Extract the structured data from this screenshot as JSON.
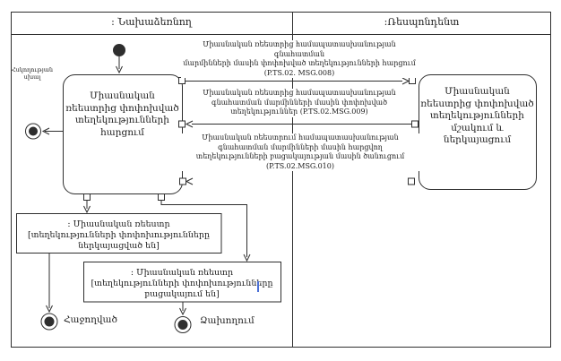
{
  "diagram": {
    "lanes": [
      {
        "label": ": Նախաձեռնող"
      },
      {
        "label": ":Ռեսպոնդենտ"
      }
    ],
    "error_exit": {
      "label": "Հսկողության\nսխալ"
    },
    "initiator": {
      "activity_label": "Միասնական\nռեեստրից փոփոխված\nտեղեկությունների\nհարցում"
    },
    "respondent": {
      "activity_label": "Միասնական\nռեեստրից փոփոխված\nտեղեկությունների\nմշակում և\nներկայացում"
    },
    "messages": [
      {
        "id": "P.TS.02. MSG.008",
        "direction": "initiator-to-respondent",
        "label": "Միասնական ռեեստրից համապատասխանության գնահատման\nմարմինների մասին փոփոխված տեղեկությունների հարցում\n(P.TS.02. MSG.008)"
      },
      {
        "id": "P.TS.02.MSG.009",
        "direction": "respondent-to-initiator",
        "label": "Միասնական ռեեստրից համապատասխանության\nգնահատման մարմինների մասին փոփոխված\nտեղեկություններ (P.TS.02.MSG.009)"
      },
      {
        "id": "P.TS.02.MSG.010",
        "direction": "respondent-to-initiator",
        "label": "Միասնական ռեեստրում համապատասխանության\nգնահատման մարմինների մասին հարցվող\nտեղեկությունների բացակայության մասին ծանուցում\n(P.TS.02.MSG.010)"
      }
    ],
    "objects": [
      {
        "label": ": Միասնական ռեեստր\n[տեղեկությունների փոփոխությունները ներկայացված են]"
      },
      {
        "label": ": Միասնական ռեեստր\n[տեղեկությունների փոփոխությունները բացակայում են]"
      }
    ],
    "final_states": [
      {
        "label": "Հաջողված"
      },
      {
        "label": "Ձախողում"
      }
    ],
    "colors": {
      "line": "#2e2e2e",
      "background": "#ffffff",
      "text_cursor": "#4a6fd6"
    }
  }
}
